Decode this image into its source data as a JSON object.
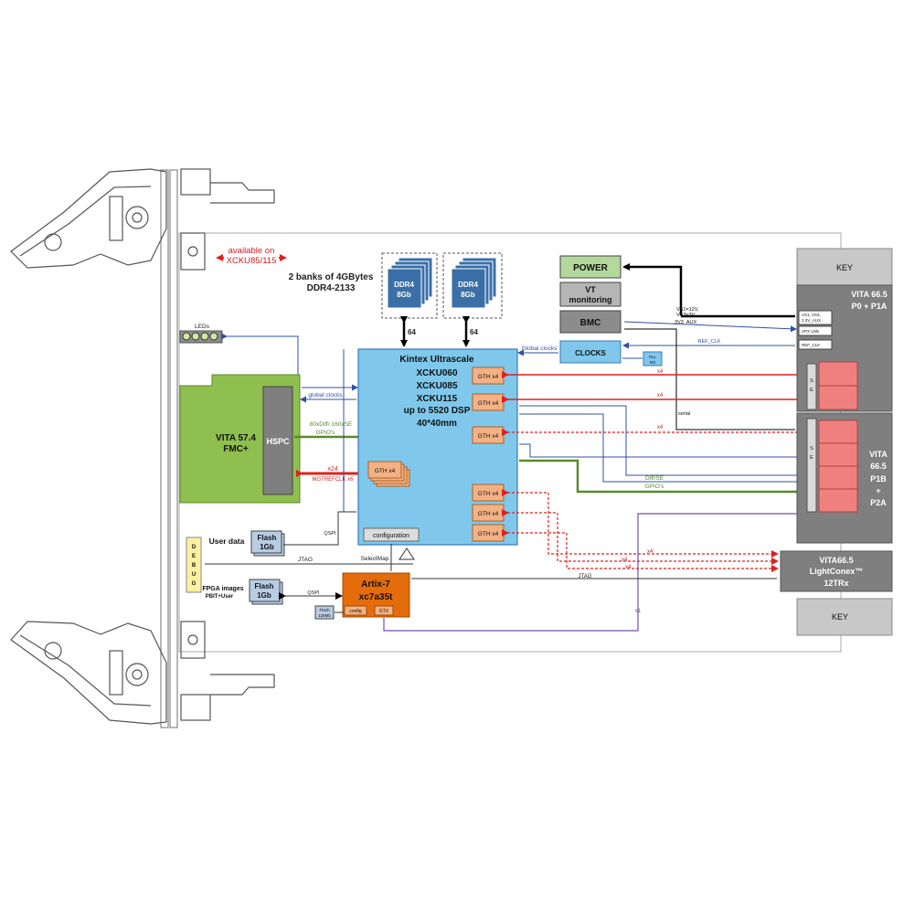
{
  "available_note": {
    "line1": "available on",
    "line2": "XCKU85/115"
  },
  "ddr_banks": {
    "line1": "2 banks of 4GBytes",
    "line2": "DDR4-2133"
  },
  "ddr_chip": {
    "line1": "DDR4",
    "line2": "8Gb"
  },
  "ddr_bus_width": "64",
  "leds_label": "LEDs",
  "fmc": {
    "title1": "VITA 57.4",
    "title2": "FMC+",
    "connector": "HSPC",
    "gpio_label1": "80xDiff/ 160xSE",
    "gpio_label2": "GPIO's",
    "gth_lanes": "x24",
    "clk_label": "MGTREFCLK x6",
    "global_clocks": "global clocks"
  },
  "fpga": {
    "line1": "Kintex Ultrascale",
    "line2": "XCKU060",
    "line3": "XCKU085",
    "line4": "XCKU115",
    "line5": "up to 5520 DSP",
    "line6": "40*40mm",
    "configuration": "configuration"
  },
  "gth_label": "GTH x4",
  "power": "POWER",
  "vt": {
    "line1": "VT",
    "line2": "monitoring"
  },
  "bmc": "BMC",
  "clocks": "CLOCKS",
  "clocks_global": "Global clocks",
  "small_chip": {
    "line1": "PLL",
    "line2": "RO"
  },
  "power_rails": {
    "line1": "VS1=12V,",
    "line2": "VS3=3V",
    "line3": "3V3_AUX"
  },
  "ref_clk": "REF_CLK",
  "serial": "serial",
  "x4": "x4",
  "x1": "x1",
  "key": "KEY",
  "p0": {
    "line1": "VITA 66.5",
    "line2": "P0 + P1A",
    "rail1a": "VS1, VS3,",
    "rail1b": "3.3V_AUX",
    "vpx": "VPX Utils",
    "refclk": "REF_CLK"
  },
  "p1b": {
    "line1": "VITA",
    "line2": "66.5",
    "line3": "P1B",
    "line4": "+",
    "line5": "P2A"
  },
  "se_letters": [
    "S",
    "E"
  ],
  "diff_se": {
    "line1": "Diff/SE",
    "line2": "GPIO's"
  },
  "lightconex": {
    "line1": "VITA66.5",
    "line2": "LightConex™",
    "line3": "12TRx"
  },
  "debug_letters": [
    "D",
    "E",
    "B",
    "U",
    "G"
  ],
  "user_data": "User data",
  "flash1": {
    "line1": "Flash",
    "line2": "1Gb"
  },
  "qspi": "QSPI",
  "jtag": "JTAG",
  "selectmap": "SelectMap",
  "fpga_images": {
    "line1": "FPGA images",
    "line2": "PBIT+User"
  },
  "flash2": {
    "line1": "Flash",
    "line2": "1Gb"
  },
  "artix": {
    "line1": "Artix-7",
    "line2": "xc7a35t",
    "config": "config",
    "gtx": "GTX"
  },
  "flash_small": {
    "line1": "Flash",
    "line2": "128Mb"
  },
  "colors": {
    "fpga_blue": "#7fc8ec",
    "gth_orange": "#f4b183",
    "fmc_green": "#8fbf4f",
    "connector_grey": "#7f7f7f",
    "red_link": "#e02020",
    "artix_orange": "#e46c0a"
  }
}
